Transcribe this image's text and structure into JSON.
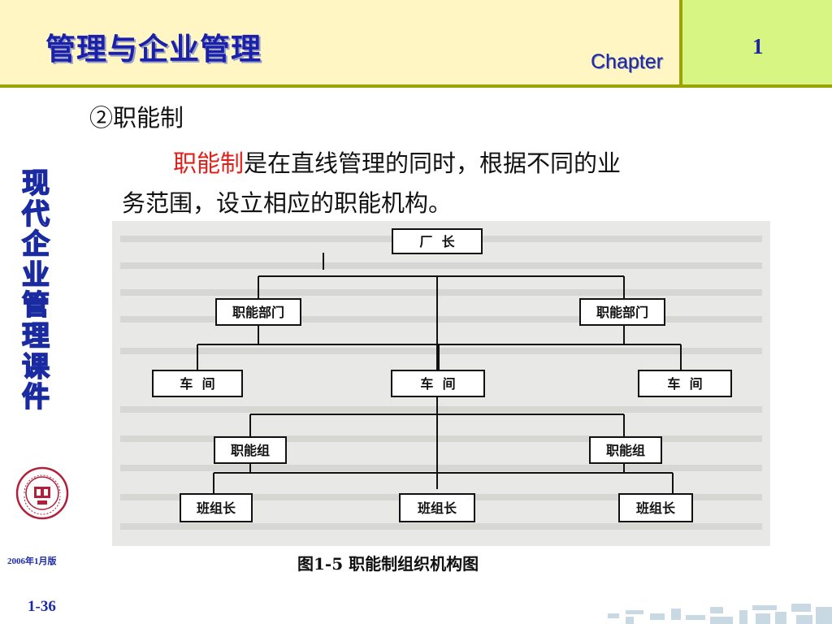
{
  "header": {
    "title": "管理与企业管理",
    "chapter_label": "Chapter",
    "chapter_number": "1"
  },
  "sidebar": {
    "vertical_title": [
      "现",
      "代",
      "企",
      "业",
      "管",
      "理",
      "课",
      "件"
    ],
    "edition_date": "2006年1月版",
    "page_number": "1-36"
  },
  "content": {
    "section_heading": "②职能制",
    "body_highlight": "职能制",
    "body_line1_rest": "是在直线管理的同时，根据不同的业",
    "body_line2": "务范围，设立相应的职能机构。"
  },
  "diagram": {
    "top": "厂  长",
    "level2": [
      "职能部门",
      "职能部门"
    ],
    "level3": [
      "车  间",
      "车  间",
      "车  间"
    ],
    "level4": [
      "职能组",
      "职能组"
    ],
    "level5": [
      "班组长",
      "班组长",
      "班组长"
    ],
    "caption": "图1-5  职能制组织机构图"
  },
  "colors": {
    "title_blue": "#1a21a8",
    "header_yellow": "#fff6c4",
    "chapter_green": "#d7f582",
    "highlight_red": "#e0201a"
  }
}
